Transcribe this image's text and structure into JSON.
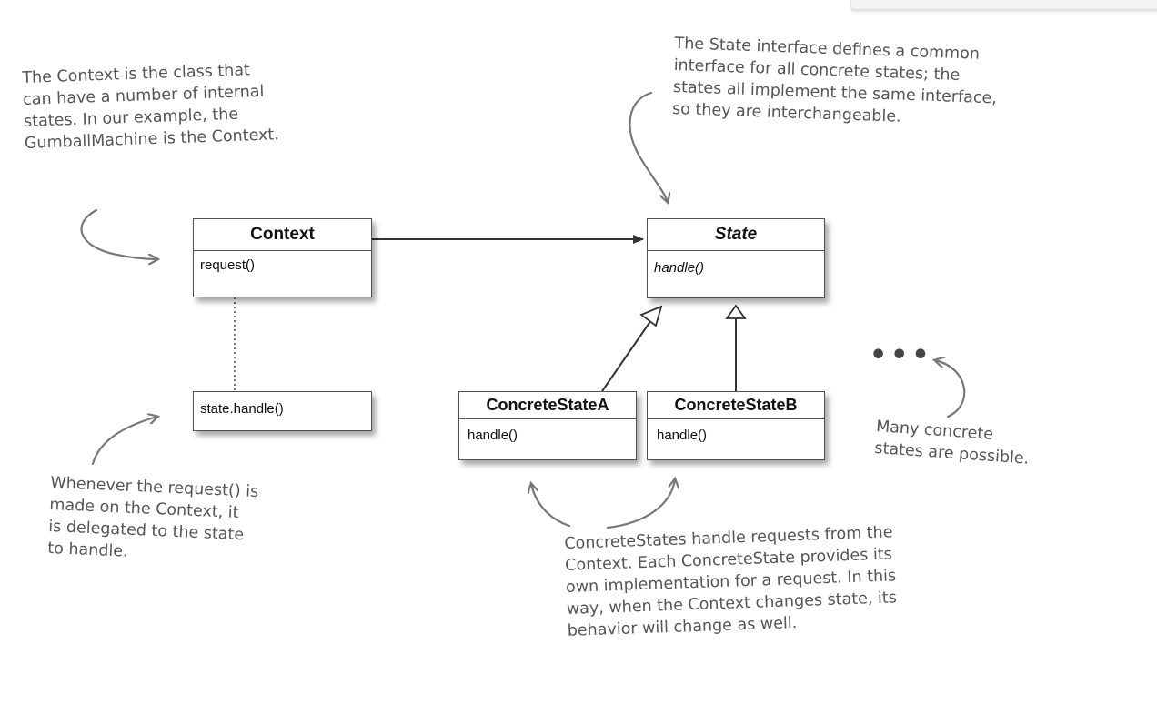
{
  "classes": {
    "context": {
      "name": "Context",
      "method": "request()"
    },
    "context_note_box": {
      "text": "state.handle()"
    },
    "state": {
      "name": "State",
      "method": "handle()"
    },
    "concrete_a": {
      "name": "ConcreteStateA",
      "method": "handle()"
    },
    "concrete_b": {
      "name": "ConcreteStateB",
      "method": "handle()"
    }
  },
  "annotations": {
    "context_note": "The Context is the class that\ncan have a number of internal\nstates. In our example, the\nGumballMachine is the Context.",
    "state_note": "The State interface defines a common\ninterface for all concrete states; the\nstates all implement the same interface,\nso they are interchangeable.",
    "request_note": "Whenever the request() is\nmade on the Context, it\nis delegated to the state\nto handle.",
    "concrete_note": "ConcreteStates handle requests from the\nContext. Each ConcreteState provides its\nown implementation for a request. In this\nway, when the Context changes state, its\nbehavior will change as well.",
    "many_note": "Many concrete\nstates are possible.",
    "ellipsis": "•••"
  }
}
